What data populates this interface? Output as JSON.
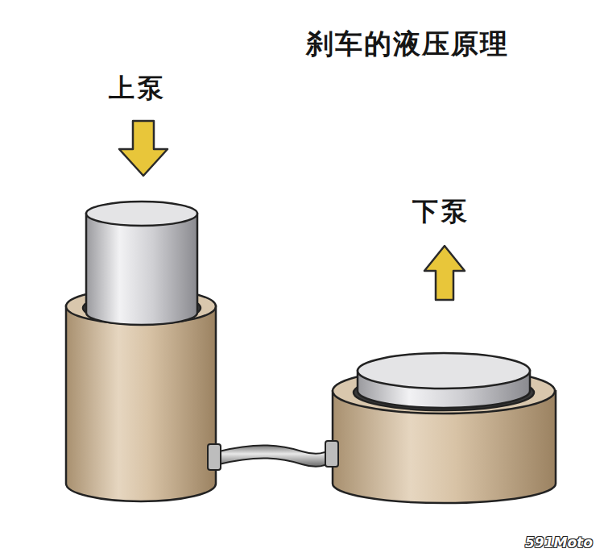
{
  "diagram": {
    "title": "刹车的液压原理",
    "labels": [
      "上泵",
      "下泵",
      "591Moto"
    ]
  }
}
